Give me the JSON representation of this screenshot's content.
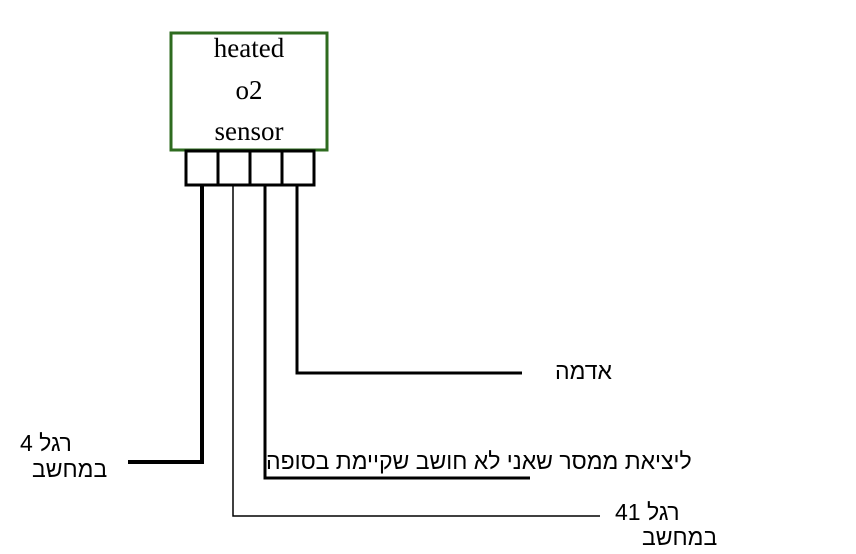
{
  "sensor": {
    "line1": "heated",
    "line2": "o2",
    "line3": "sensor",
    "border_color": "#2e6b1f"
  },
  "labels": {
    "pin4_line1": "רגל   4",
    "pin4_line2": "במחשב",
    "ground": "אדמה",
    "unknown_output": "ליציאת ממסר שאני לא חושב שקיימת בסופה",
    "pin41_line1": "רגל    41",
    "pin41_line2": "במחשב"
  }
}
